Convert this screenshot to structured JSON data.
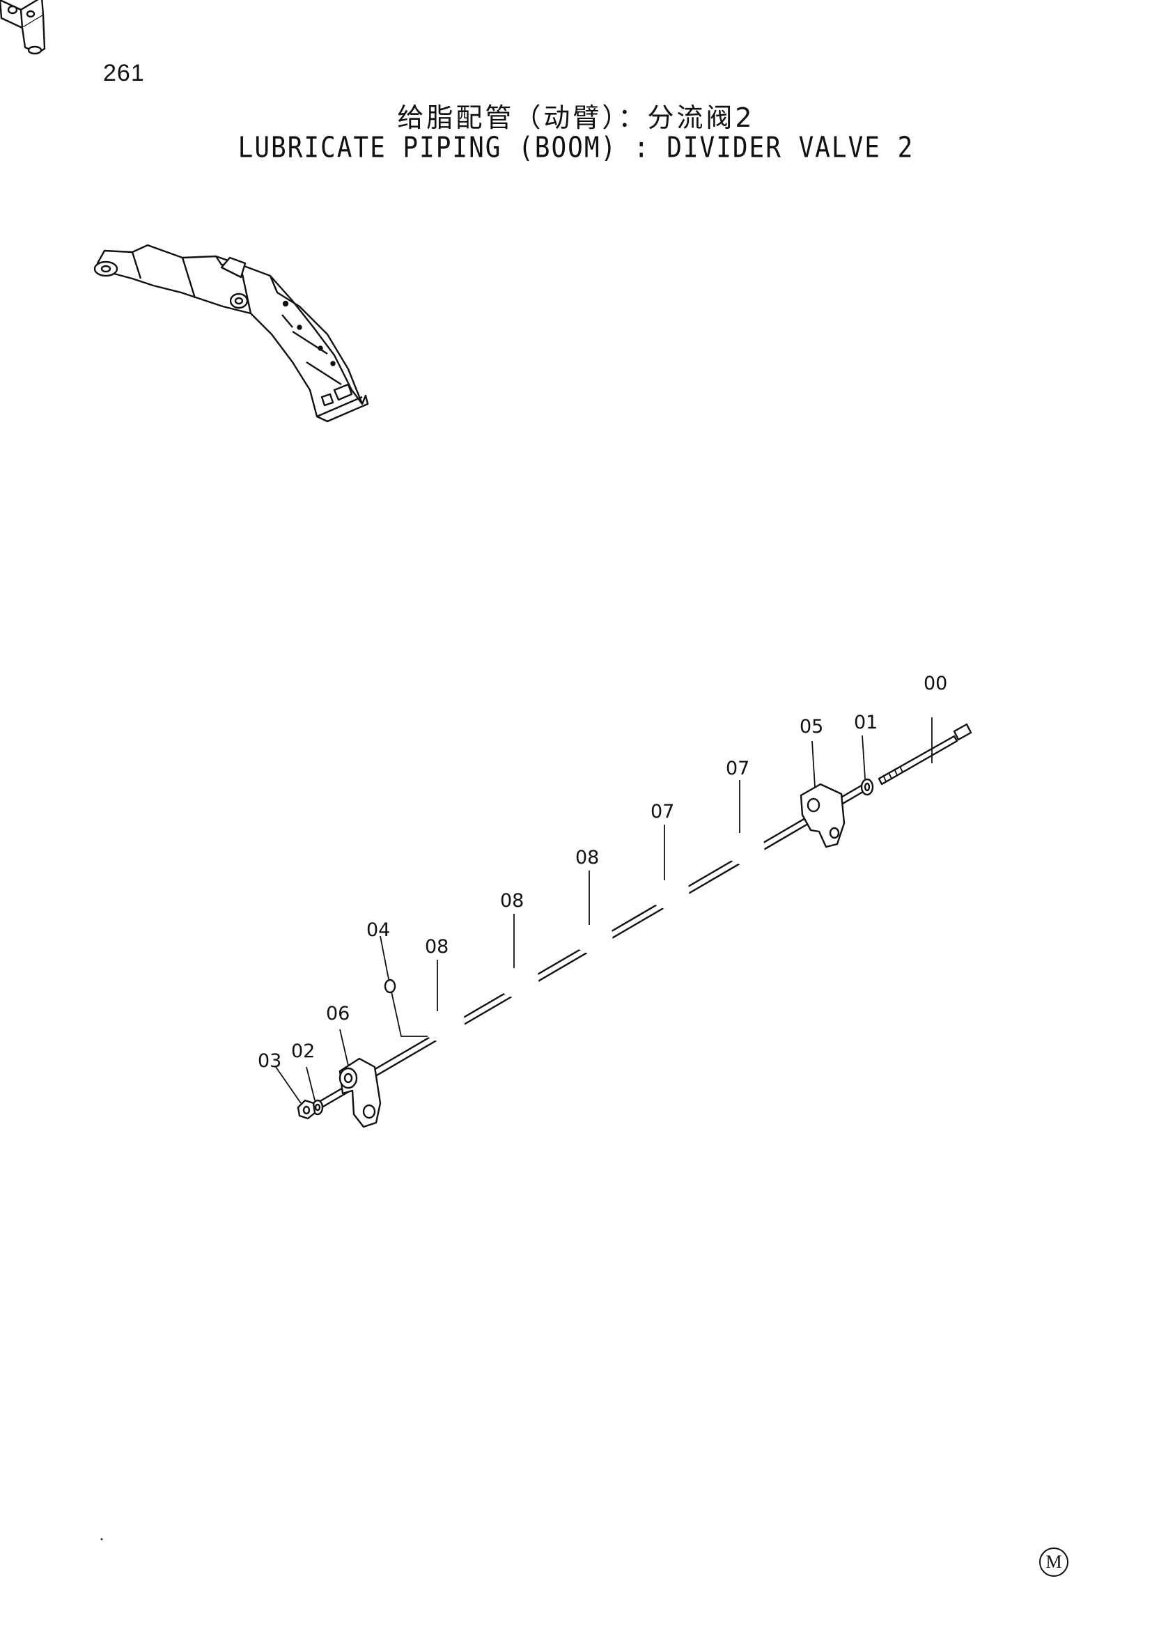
{
  "page": {
    "number": "261"
  },
  "title": {
    "chinese": "给脂配管（动臂）：分流阀2",
    "english": "LUBRICATE PIPING (BOOM) : DIVIDER VALVE 2"
  },
  "callouts": {
    "c00": "00",
    "c01": "01",
    "c05": "05",
    "c07a": "07",
    "c07b": "07",
    "c08a": "08",
    "c08b": "08",
    "c08c": "08",
    "c04": "04",
    "c06": "06",
    "c03": "03",
    "c02": "02"
  },
  "maker_mark": "M"
}
